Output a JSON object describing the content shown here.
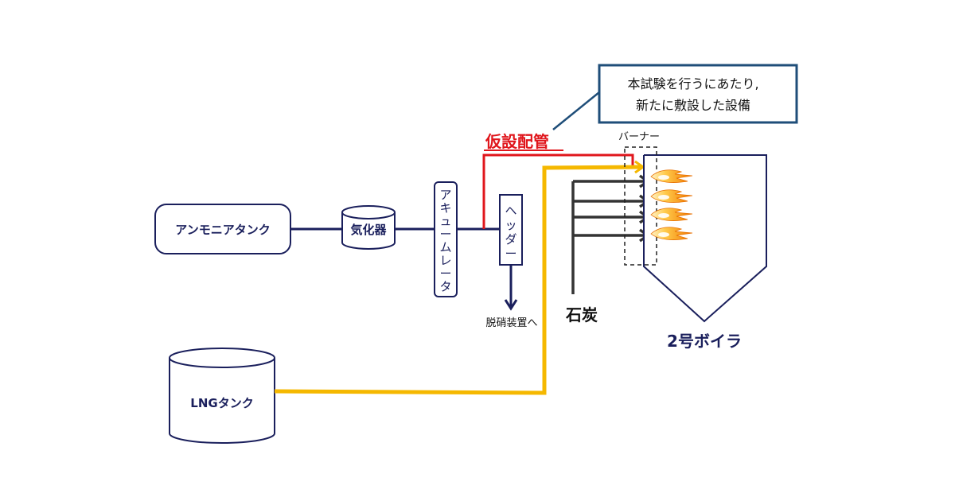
{
  "colors": {
    "navy": "#1a1f5c",
    "red": "#e0161c",
    "yellow": "#f5b800",
    "dark_arrow": "#333333",
    "flame_outer": "#f08c00",
    "flame_inner": "#ffd04a"
  },
  "callout": {
    "line1": "本試験を行うにあたり,",
    "line2": "新たに敷設した設備"
  },
  "labels": {
    "temporary_piping": "仮設配管",
    "burner": "バーナー",
    "ammonia_tank": "アンモニアタンク",
    "vaporizer": "気化器",
    "accumulator": [
      "ア",
      "キ",
      "ュ",
      "ー",
      "ム",
      "レ",
      "ー",
      "タ"
    ],
    "header": [
      "ヘ",
      "ッ",
      "ダ",
      "ー"
    ],
    "to_denitration": "脱硝装置へ",
    "coal": "石炭",
    "boiler": "2号ボイラ",
    "lng_tank": "LNGタンク"
  },
  "icons": {
    "flame": "flame-icon",
    "arrow": "arrow-right-icon"
  }
}
